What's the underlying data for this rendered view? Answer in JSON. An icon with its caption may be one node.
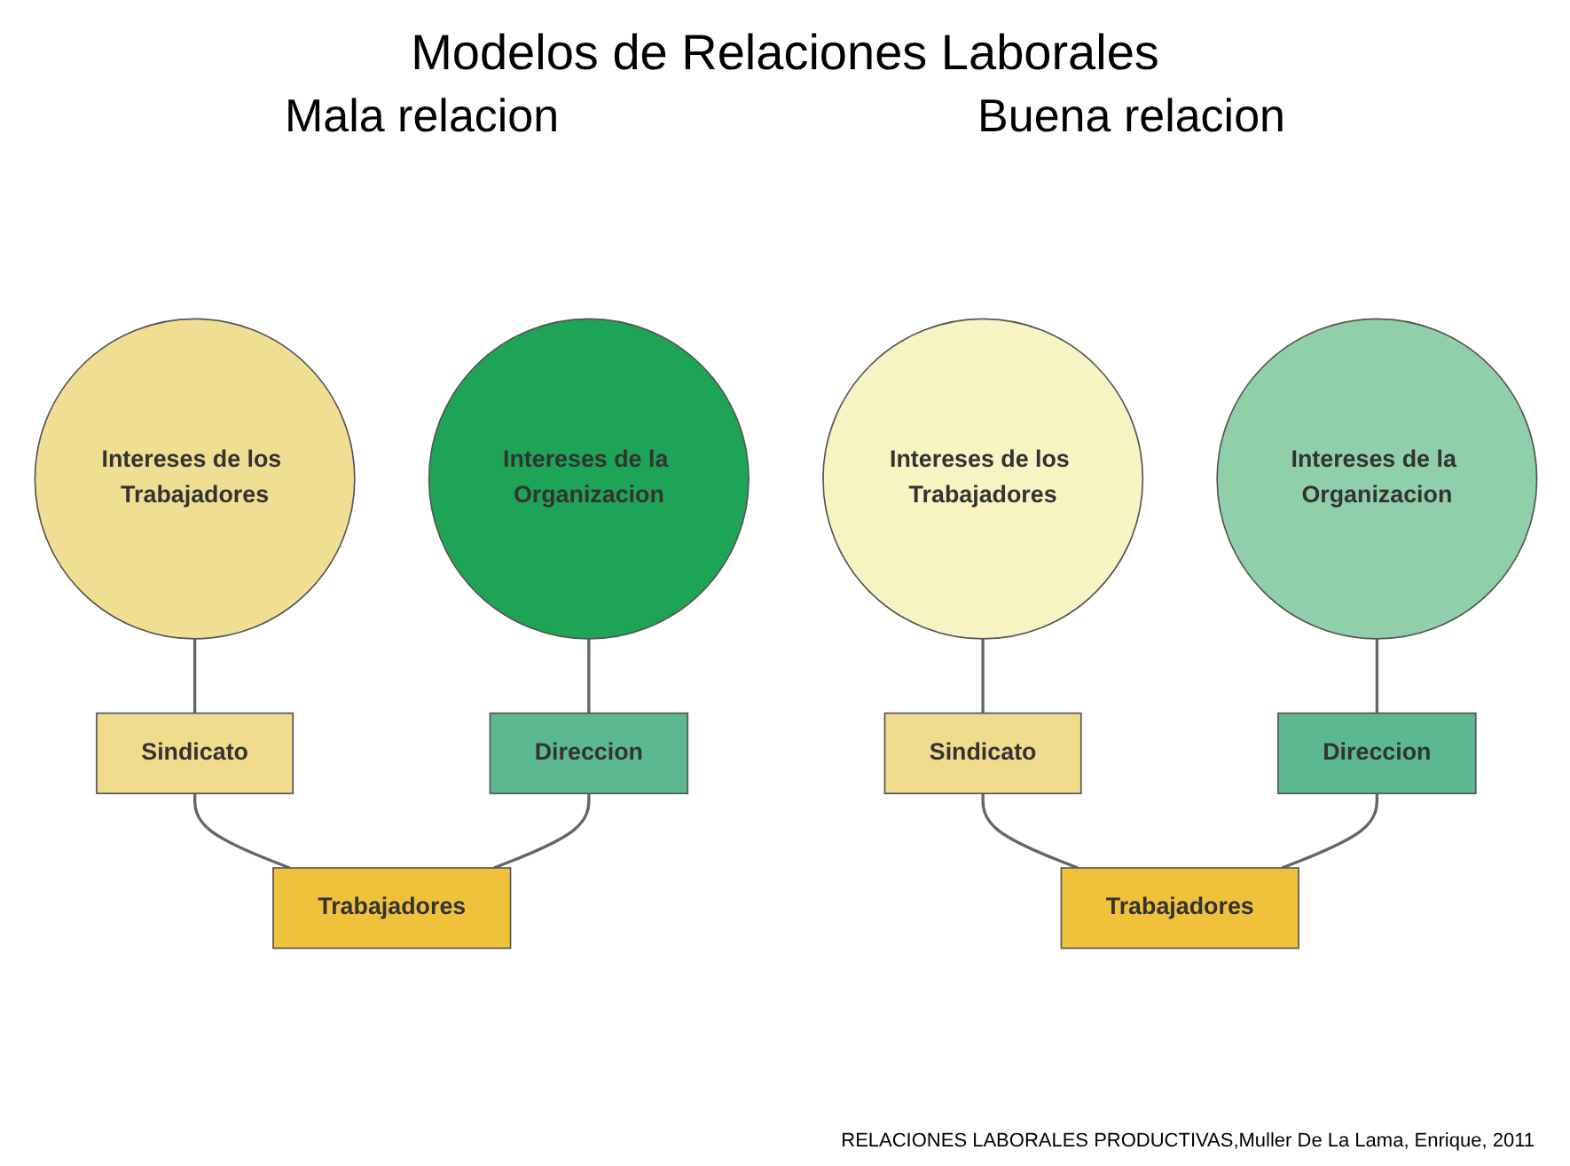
{
  "diagram": {
    "title": "Modelos de Relaciones Laborales",
    "caption": "RELACIONES LABORALES PRODUCTIVAS,Muller De La Lama, Enrique, 2011",
    "nodes": [
      {
        "text": [
          "Intereses de los Trabajadores"
        ]
      },
      {
        "text": [
          "Intereses de la Organizacion"
        ]
      },
      {
        "text": [
          "Sindicato"
        ]
      },
      {
        "text": [
          "Direccion"
        ]
      },
      {
        "text": [
          "Trabajadores"
        ]
      },
      {
        "text": [
          "Intereses de los Trabajadores"
        ]
      },
      {
        "text": [
          "Intereses de la Organizacion"
        ]
      },
      {
        "text": [
          "Sindicato"
        ]
      },
      {
        "text": [
          "Direccion"
        ]
      },
      {
        "text": [
          "Trabajadores"
        ]
      }
    ],
    "edges": [
      {
        "from": 0,
        "to": 2,
        "arrow": "none"
      },
      {
        "from": 1,
        "to": 3,
        "arrow": "none"
      },
      {
        "from": 2,
        "to": 4,
        "arrow": "none"
      },
      {
        "from": 3,
        "to": 4,
        "arrow": "none"
      },
      {
        "from": 5,
        "to": 7,
        "arrow": "none"
      },
      {
        "from": 6,
        "to": 8,
        "arrow": "none"
      },
      {
        "from": 7,
        "to": 9,
        "arrow": "none"
      },
      {
        "from": 8,
        "to": 9,
        "arrow": "none"
      }
    ],
    "labels": [
      "Mala relacion",
      "Buena relacion"
    ]
  }
}
